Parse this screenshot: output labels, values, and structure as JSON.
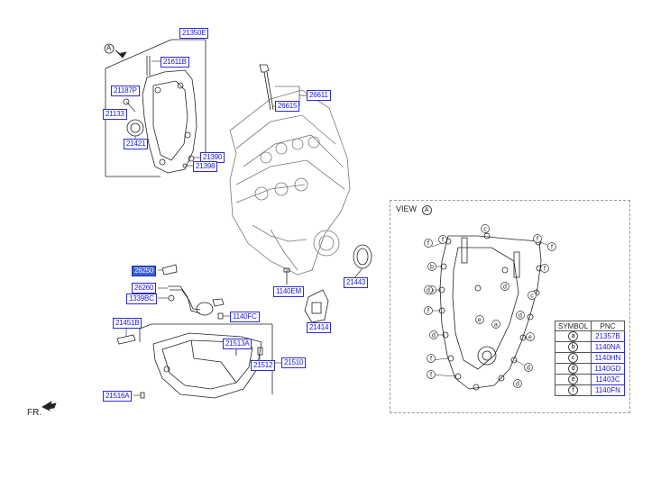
{
  "view_label": "VIEW",
  "view_ref": "A",
  "ref_a": "A",
  "fr_label": "FR.",
  "labels": {
    "p21350E": "21350E",
    "p21611B": "21611B",
    "p21187P": "21187P",
    "p21133": "21133",
    "p21421": "21421",
    "p21390": "21390",
    "p21398": "21398",
    "p26611": "26611",
    "p26615": "26615",
    "p26250": "26250",
    "p26260": "26260",
    "p1339BC": "1339BC",
    "p1140FC": "1140FC",
    "p1140EM": "1140EM",
    "p21443": "21443",
    "p21414": "21414",
    "p21451B": "21451B",
    "p21513A": "21513A",
    "p21512": "21512",
    "p21510": "21510",
    "p21516A": "21516A"
  },
  "table": {
    "head_symbol": "SYMBOL",
    "head_pnc": "PNC",
    "rows": [
      {
        "sym": "a",
        "pnc": "21357B"
      },
      {
        "sym": "b",
        "pnc": "1140NA"
      },
      {
        "sym": "c",
        "pnc": "1140HN"
      },
      {
        "sym": "d",
        "pnc": "1140GD"
      },
      {
        "sym": "e",
        "pnc": "11403C"
      },
      {
        "sym": "f",
        "pnc": "1140FN"
      }
    ]
  },
  "callouts": [
    "a",
    "b",
    "c",
    "d",
    "e",
    "f"
  ]
}
